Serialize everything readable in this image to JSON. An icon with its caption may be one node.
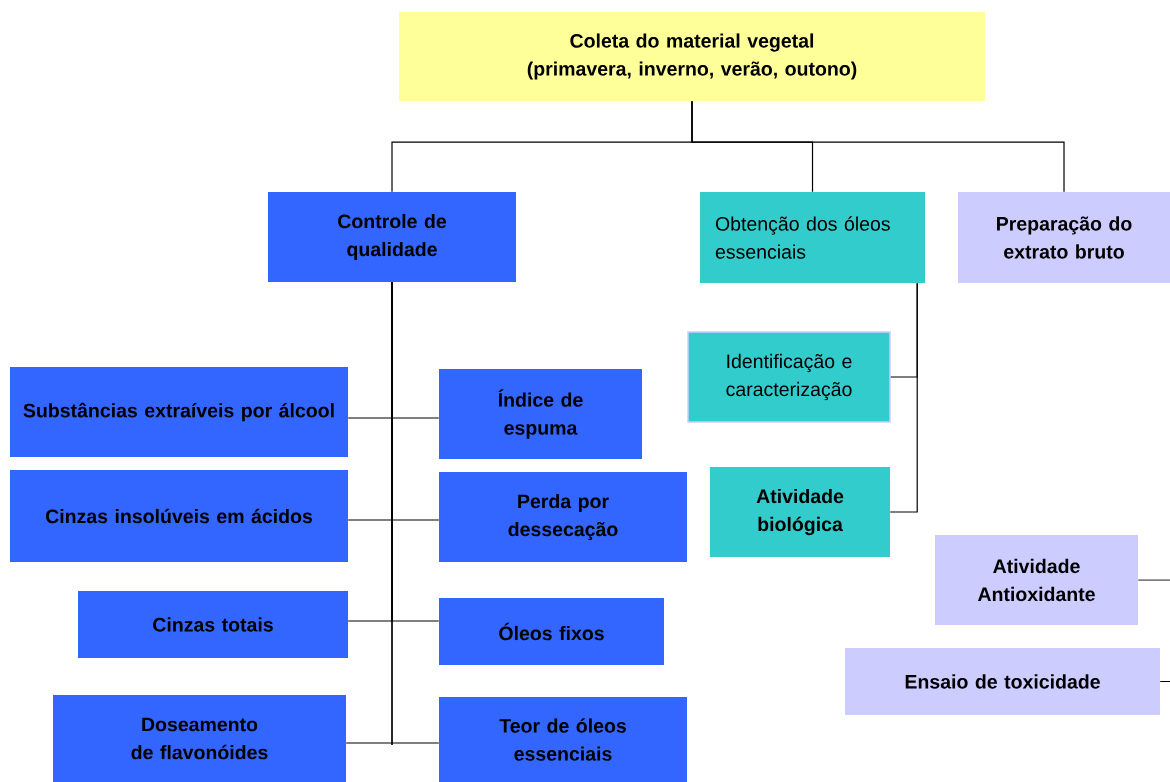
{
  "diagram": {
    "nodes": [
      {
        "text": [
          "Coleta do material vegetal",
          "(primavera, inverno, verão, outono)"
        ]
      },
      {
        "text": [
          "Controle de qualidade"
        ]
      },
      {
        "text": [
          "Obtenção dos óleos essenciais"
        ]
      },
      {
        "text": [
          "Preparação do extrato bruto"
        ]
      },
      {
        "text": [
          "Substâncias extraíveis por álcool"
        ]
      },
      {
        "text": [
          "Índice de espuma"
        ]
      },
      {
        "text": [
          "Cinzas insolúveis em ácidos"
        ]
      },
      {
        "text": [
          "Perda por dessecação"
        ]
      },
      {
        "text": [
          "Cinzas totais"
        ]
      },
      {
        "text": [
          "Óleos fixos"
        ]
      },
      {
        "text": [
          "Doseamento de flavonóides"
        ]
      },
      {
        "text": [
          "Teor de óleos essenciais"
        ]
      },
      {
        "text": [
          "Identificação e caracterização"
        ]
      },
      {
        "text": [
          "Atividade biológica"
        ]
      },
      {
        "text": [
          "Atividade Antioxidante"
        ]
      },
      {
        "text": [
          "Ensaio de toxicidade"
        ]
      }
    ],
    "edges": [
      {
        "from": 0,
        "to": 1,
        "arrow": "none"
      },
      {
        "from": 0,
        "to": 2,
        "arrow": "none"
      },
      {
        "from": 0,
        "to": 3,
        "arrow": "none"
      },
      {
        "from": 1,
        "to": 4,
        "arrow": "none"
      },
      {
        "from": 1,
        "to": 5,
        "arrow": "none"
      },
      {
        "from": 1,
        "to": 6,
        "arrow": "none"
      },
      {
        "from": 1,
        "to": 7,
        "arrow": "none"
      },
      {
        "from": 1,
        "to": 8,
        "arrow": "none"
      },
      {
        "from": 1,
        "to": 9,
        "arrow": "none"
      },
      {
        "from": 1,
        "to": 10,
        "arrow": "none"
      },
      {
        "from": 1,
        "to": 11,
        "arrow": "none"
      },
      {
        "from": 2,
        "to": 12,
        "arrow": "none"
      },
      {
        "from": 2,
        "to": 13,
        "arrow": "none"
      },
      {
        "from": null,
        "to": 14,
        "arrow": "none"
      },
      {
        "from": null,
        "to": 15,
        "arrow": "none"
      }
    ]
  }
}
